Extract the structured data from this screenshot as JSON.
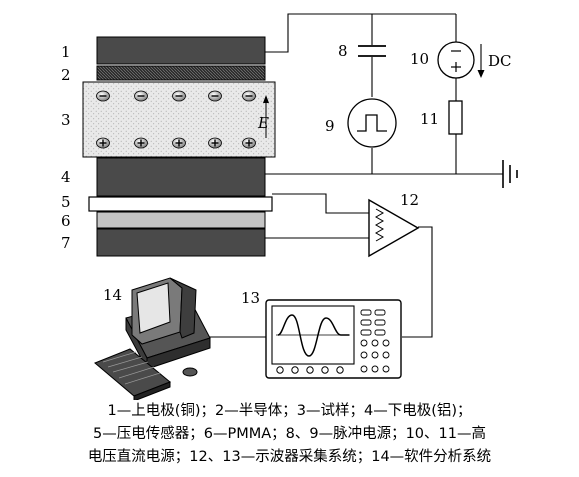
{
  "labels": {
    "n1": "1",
    "n2": "2",
    "n3": "3",
    "n4": "4",
    "n5": "5",
    "n6": "6",
    "n7": "7",
    "n8": "8",
    "n9": "9",
    "n10": "10",
    "n11": "11",
    "n12": "12",
    "n13": "13",
    "n14": "14",
    "dc": "DC",
    "field_letter": "E"
  },
  "caption": {
    "line1": "1—上电极(铜)；2—半导体；3—试样；4—下电极(铝)；",
    "line2": "5—压电传感器；6—PMMA；8、9—脉冲电源；10、11—高",
    "line3": "电压直流电源；12、13—示波器采集系统；14—软件分析系统"
  }
}
